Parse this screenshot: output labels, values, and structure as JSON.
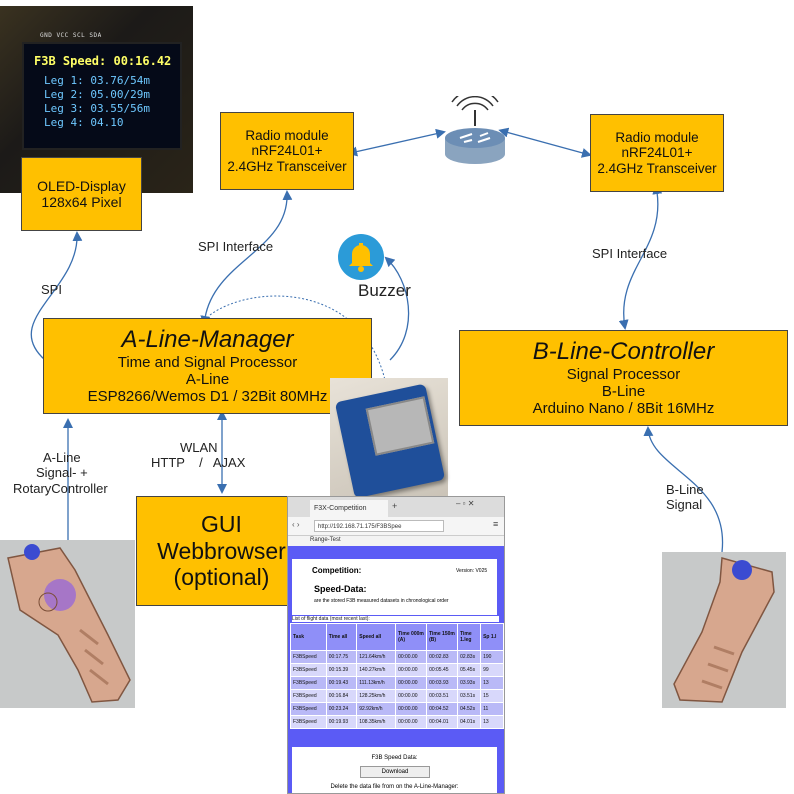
{
  "oled_screen": {
    "pin_labels": "GND VCC SCL SDA",
    "title_line": "F3B Speed: 00:16.42",
    "legs": [
      "Leg 1: 03.76/54m",
      "Leg 2: 05.00/29m",
      "Leg 3: 03.55/56m",
      "Leg 4: 04.10"
    ]
  },
  "boxes": {
    "oled_display": {
      "line1": "OLED-Display",
      "line2": "128x64 Pixel"
    },
    "radio_a": {
      "line1": "Radio module",
      "line2": "nRF24L01+",
      "line3": "2.4GHz Transceiver"
    },
    "radio_b": {
      "line1": "Radio module",
      "line2": "nRF24L01+",
      "line3": "2.4GHz Transceiver"
    },
    "a_line_manager": {
      "title": "A-Line-Manager",
      "line1": "Time and Signal Processor",
      "line2": "A-Line",
      "line3": "ESP8266/Wemos D1 / 32Bit 80MHz"
    },
    "b_line_controller": {
      "title": "B-Line-Controller",
      "line1": "Signal Processor",
      "line2": "B-Line",
      "line3": "Arduino Nano / 8Bit 16MHz"
    },
    "gui": {
      "line1": "GUI",
      "line2": "Webbrowser",
      "line3": "(optional)"
    }
  },
  "labels": {
    "spi": "SPI",
    "spi_interface_a": "SPI Interface",
    "spi_interface_b": "SPI Interface",
    "buzzer": "Buzzer",
    "wlan_line1": "WLAN",
    "wlan_line2": "HTTP    /   AJAX",
    "a_line_signal_1": "A-Line",
    "a_line_signal_2": "Signal- +",
    "a_line_signal_3": "RotaryController",
    "b_line_signal_1": "B-Line",
    "b_line_signal_2": "Signal"
  },
  "browser": {
    "tab_title": "F3X-Competition",
    "url": "http://192.168.71.175/F3BSpee",
    "page_subtitle": "Range-Test",
    "heading": "Competition:",
    "version": "Version: V025",
    "section_title": "Speed-Data:",
    "section_desc": "are the stored F3B measured datasets in chronological order",
    "list_caption": "List of flight data (most recent last):",
    "columns": [
      "Task",
      "Time all",
      "Speed all",
      "Time 000m (A)",
      "Time 150m (B)",
      "Time 1.leg",
      "Sp 1.l"
    ],
    "rows": [
      [
        "F3BSpeed",
        "00:17.75",
        "121.64km/h",
        "00:00.00",
        "00:02.83",
        "02.83s",
        "190"
      ],
      [
        "F3BSpeed",
        "00:15.39",
        "140.27km/h",
        "00:00.00",
        "00:05.45",
        "05.45s",
        "99"
      ],
      [
        "F3BSpeed",
        "00:19.43",
        "111.13km/h",
        "00:00.00",
        "00:03.93",
        "03.93s",
        "13"
      ],
      [
        "F3BSpeed",
        "00:16.84",
        "128.25km/h",
        "00:00.00",
        "00:03.51",
        "03.51s",
        "15"
      ],
      [
        "F3BSpeed",
        "00:23.24",
        "92.92km/h",
        "00:00.00",
        "00:04.52",
        "04.52s",
        "11"
      ],
      [
        "F3BSpeed",
        "00:19.93",
        "108.35km/h",
        "00:00.00",
        "00:04.01",
        "04.01s",
        "13"
      ]
    ],
    "footer_title": "F3B Speed Data:",
    "download_button": "Download",
    "delete_text": "Delete the data file from on the A-Line-Manager:"
  },
  "colors": {
    "box_fill": "#ffc000",
    "arrow": "#3a6fb0",
    "browser_page": "#5b5bf5",
    "oled_text": "#6ec8ff",
    "oled_title": "#ffff66"
  }
}
